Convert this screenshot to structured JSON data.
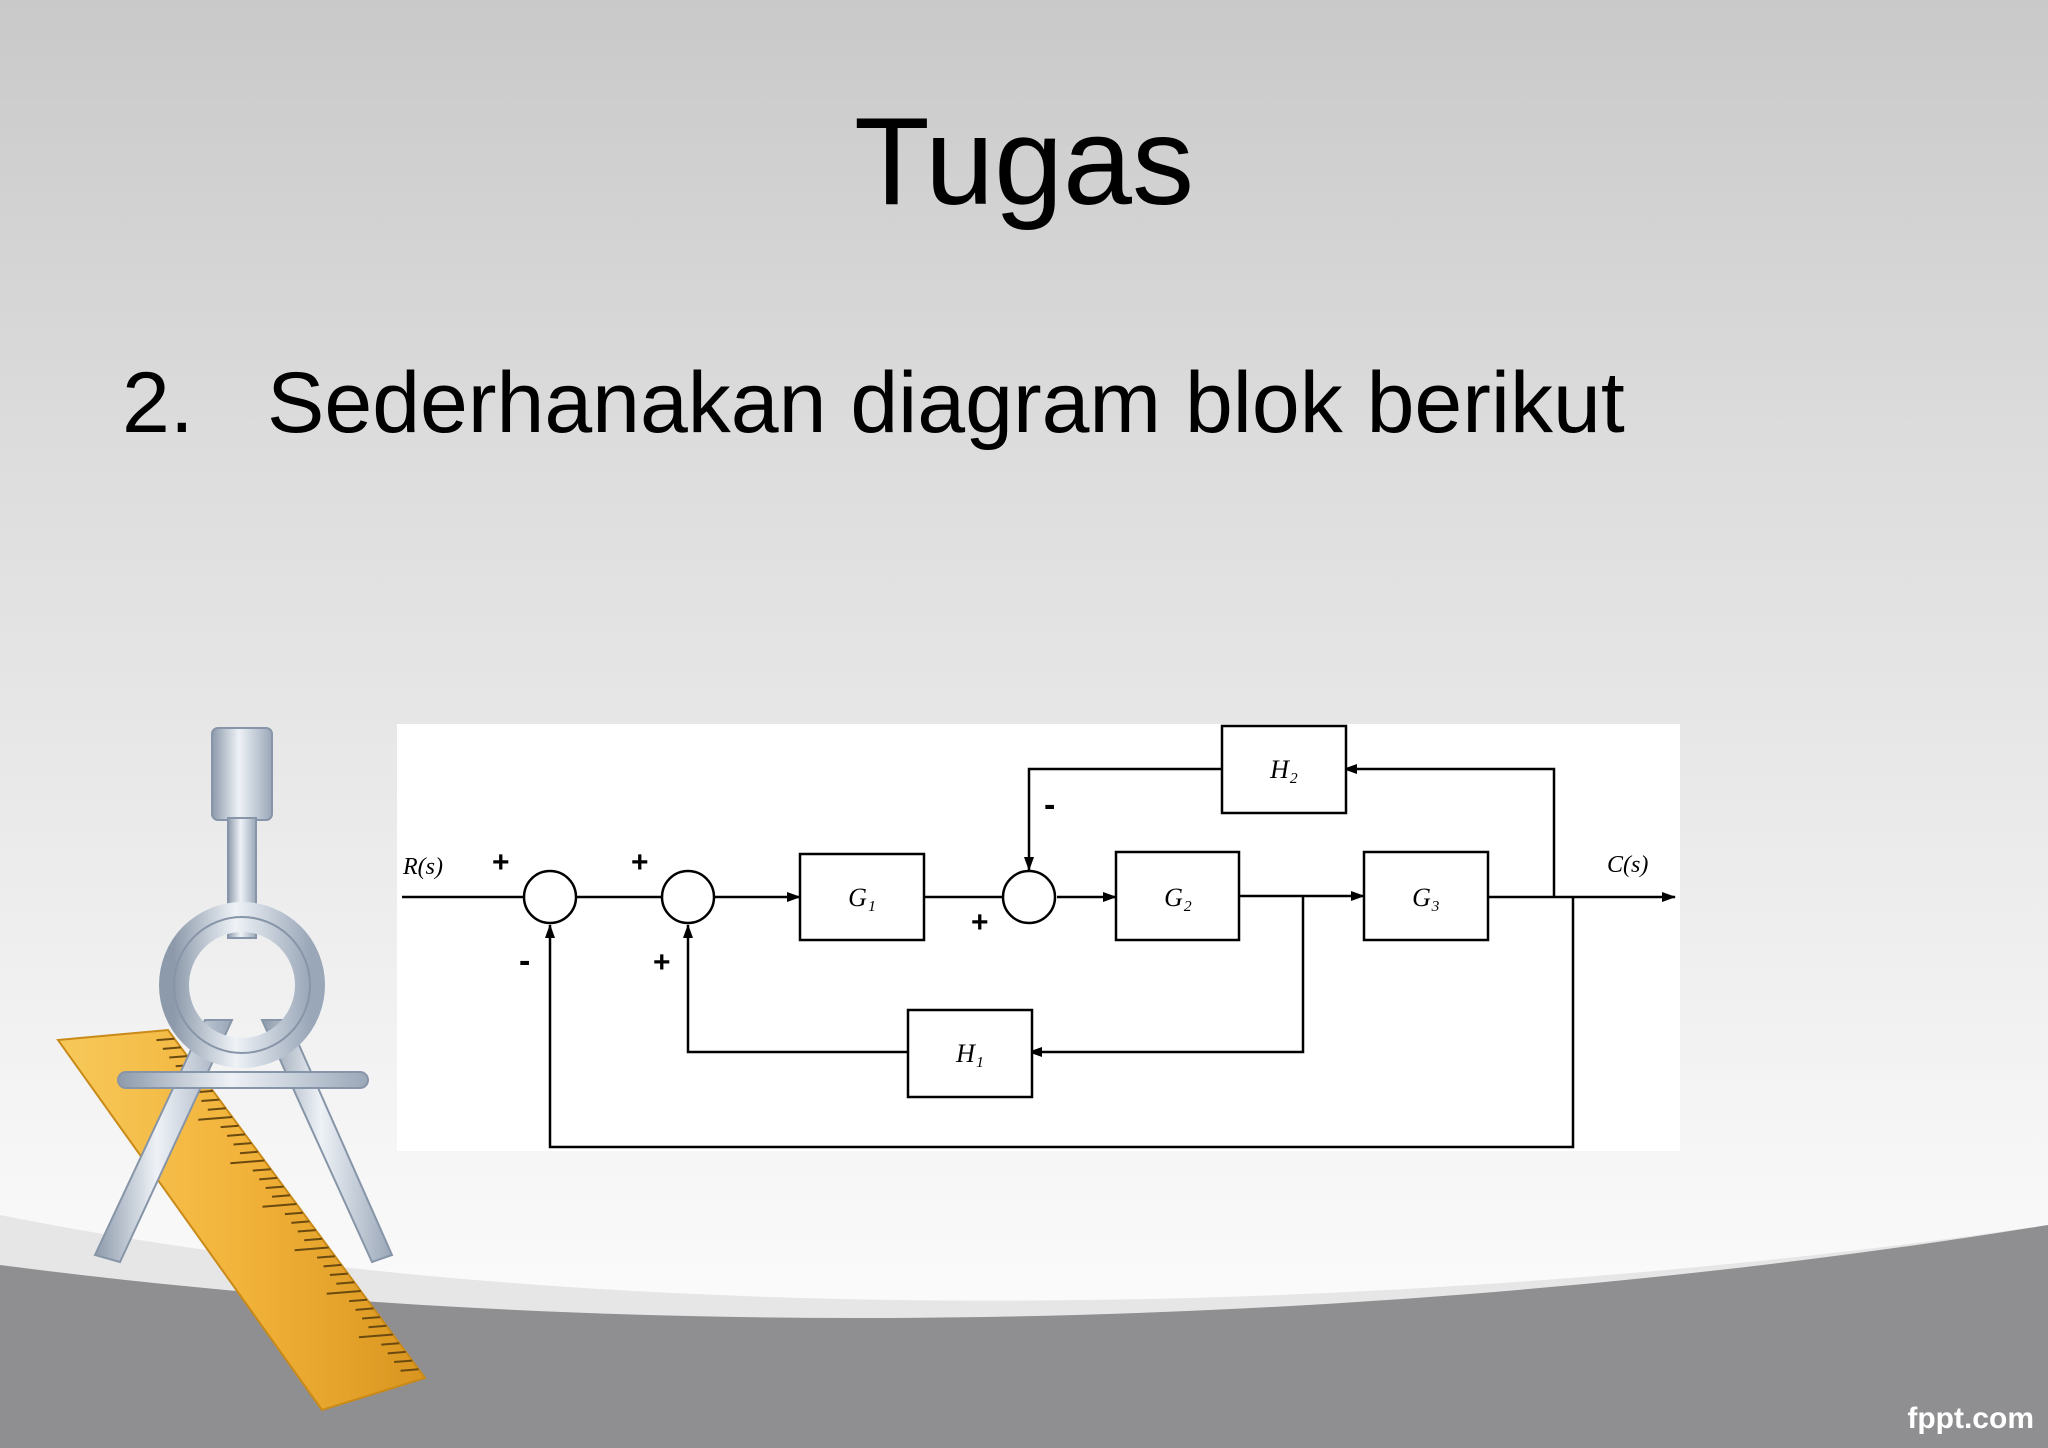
{
  "slide": {
    "title": "Tugas",
    "item_number": "2.",
    "item_text": "Sederhanakan diagram blok berikut",
    "brand": "fppt.com"
  },
  "diagram": {
    "input_label": "R(s)",
    "output_label": "C(s)",
    "blocks": {
      "g1": "G₁",
      "g2": "G₂",
      "g3": "G₃",
      "h1": "H₁",
      "h2": "H₂"
    },
    "signs": {
      "s1_input": "+",
      "s1_feedback": "-",
      "s2_input": "+",
      "s2_feedback": "+",
      "s3_input": "+",
      "s3_feedback": "-"
    }
  },
  "colors": {
    "band_dark": "#8f8f91",
    "band_light": "#f4f4f4",
    "ruler": "#f2b33a",
    "compass": "#b9c4d2"
  },
  "icons": [
    "compass-icon",
    "ruler-icon"
  ]
}
